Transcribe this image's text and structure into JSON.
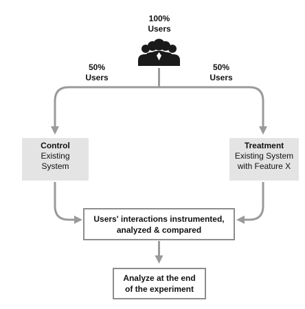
{
  "top_group": {
    "percent": "100%",
    "label": "Users"
  },
  "left_split": {
    "percent": "50%",
    "label": "Users"
  },
  "right_split": {
    "percent": "50%",
    "label": "Users"
  },
  "control": {
    "title": "Control",
    "line1": "Existing",
    "line2": "System"
  },
  "treatment": {
    "title": "Treatment",
    "line1": "Existing System",
    "line2": "with Feature X"
  },
  "instrument_box": {
    "line1": "Users' interactions instrumented,",
    "line2": "analyzed & compared"
  },
  "analyze_box": {
    "line1": "Analyze at the end",
    "line2": "of the experiment"
  },
  "colors": {
    "connector": "#9a9a9a",
    "box_fill": "#e4e4e4",
    "box_border": "#8c8c8c",
    "icon": "#1a1a1a"
  },
  "icons": {
    "users": "users-group-icon"
  }
}
